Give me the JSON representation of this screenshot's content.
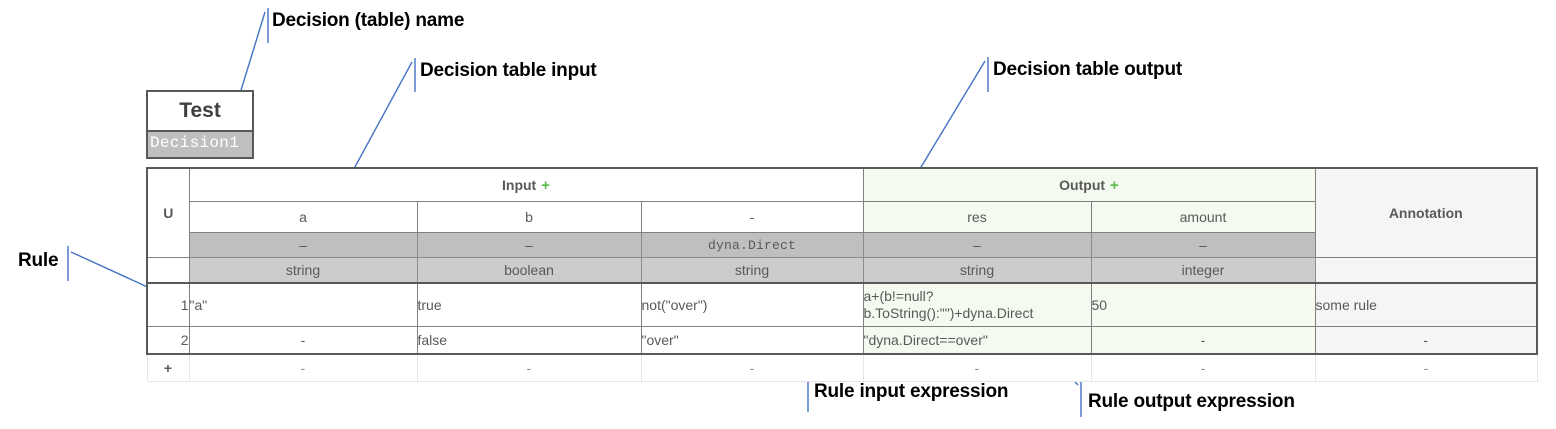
{
  "annotations": [
    {
      "id": "decision-name",
      "label": "Decision (table) name"
    },
    {
      "id": "decision-table-input",
      "label": "Decision table input"
    },
    {
      "id": "decision-table-output",
      "label": "Decision table output"
    },
    {
      "id": "rule",
      "label": "Rule"
    },
    {
      "id": "rule-input-expression",
      "label": "Rule input expression"
    },
    {
      "id": "rule-output-expression",
      "label": "Rule output expression"
    }
  ],
  "decision": {
    "name": "Test",
    "id": "Decision1"
  },
  "table": {
    "hit_policy": "U",
    "annotation_header": "Annotation",
    "add_row_glyph": "+",
    "add_column_glyph": "+",
    "groups": [
      {
        "key": "input",
        "label": "Input",
        "span": 3
      },
      {
        "key": "output",
        "label": "Output",
        "span": 2
      }
    ],
    "columns": [
      {
        "key": "a",
        "name": "a",
        "binding": "–",
        "type": "string",
        "group": "input",
        "mono": false
      },
      {
        "key": "b",
        "name": "b",
        "binding": "–",
        "type": "boolean",
        "group": "input",
        "mono": false
      },
      {
        "key": "c",
        "name": "-",
        "binding": "dyna.Direct",
        "type": "string",
        "group": "input",
        "mono": true
      },
      {
        "key": "res",
        "name": "res",
        "binding": "–",
        "type": "string",
        "group": "output",
        "mono": false
      },
      {
        "key": "amount",
        "name": "amount",
        "binding": "–",
        "type": "integer",
        "group": "output",
        "mono": false
      }
    ],
    "rules": [
      {
        "index": "1",
        "a": "\"a\"",
        "b": "true",
        "c": "not(\"over\")",
        "res": "a+(b!=null?\nb.ToString():\"\")+dyna.Direct",
        "amount": "50",
        "annotation": "some rule"
      },
      {
        "index": "2",
        "a": "-",
        "b": "false",
        "c": "\"over\"",
        "res": "\"dyna.Direct==over\"",
        "amount": "-",
        "annotation": "-"
      }
    ],
    "add_row": {
      "a": "-",
      "b": "-",
      "c": "-",
      "res": "-",
      "amount": "-",
      "annotation": "-"
    }
  },
  "colors": {
    "leader_line": "#4472c4",
    "plus_green": "#5aba47",
    "output_tint": "#f4faf0",
    "annotation_tint": "#f5f5f5",
    "binding_gray": "#bfbfbf",
    "type_gray": "#cccccc",
    "border_dark": "#595959"
  }
}
